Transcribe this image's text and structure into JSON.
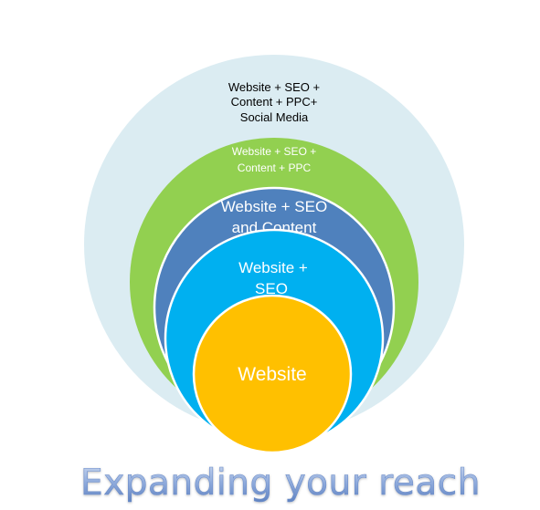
{
  "rings": [
    {
      "name": "ring-website-seo-content-ppc-social",
      "fill": "#dbecf2",
      "text_color": "#000000",
      "lines": [
        "Website + SEO +",
        "Content + PPC+",
        "Social Media"
      ]
    },
    {
      "name": "ring-website-seo-content-ppc",
      "fill": "#92d050",
      "text_color": "#ffffff",
      "lines": [
        "Website + SEO +",
        "Content + PPC"
      ]
    },
    {
      "name": "ring-website-seo-content",
      "fill": "#4f81bd",
      "text_color": "#ffffff",
      "lines": [
        "Website + SEO",
        "and Content"
      ]
    },
    {
      "name": "ring-website-seo",
      "fill": "#00b0f0",
      "text_color": "#ffffff",
      "lines": [
        "Website +",
        "SEO"
      ]
    },
    {
      "name": "circle-website",
      "fill": "#ffc000",
      "text_color": "#ffffff",
      "lines": [
        "Website"
      ]
    }
  ],
  "caption": {
    "text": "Expanding your reach",
    "color": "#8eaadb"
  }
}
